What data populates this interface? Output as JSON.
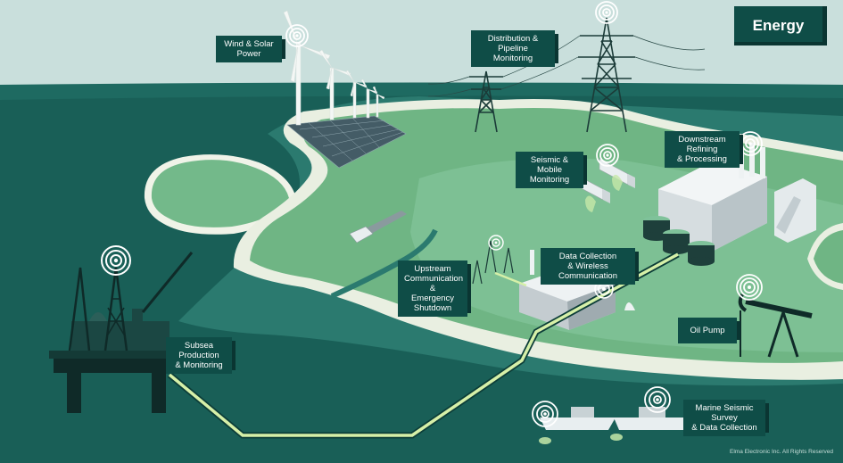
{
  "category_badge": "Energy",
  "labels": {
    "wind_solar": [
      "Wind & Solar",
      "Power"
    ],
    "distribution": [
      "Distribution & Pipeline",
      "Monitoring"
    ],
    "downstream": [
      "Downstream Refining",
      "& Processing"
    ],
    "seismic_mobile": [
      "Seismic & Mobile",
      "Monitoring"
    ],
    "data_collection": [
      "Data Collection",
      "& Wireless Communication"
    ],
    "upstream": [
      "Upstream",
      "Communication &",
      "Emergency Shutdown"
    ],
    "subsea": [
      "Subsea Production",
      "& Monitoring"
    ],
    "oil_pump": [
      "Oil Pump"
    ],
    "marine": [
      "Marine Seismic Survey",
      "& Data Collection"
    ]
  },
  "copyright": "Elma Electronic Inc. All Rights Reserved",
  "colors": {
    "sky": "#c9dfdc",
    "sea": "#195f57",
    "land": "#6fb584",
    "beach": "#e9efe1",
    "label_bg": "#0f4d47",
    "link_line": "#d6f0a8"
  }
}
